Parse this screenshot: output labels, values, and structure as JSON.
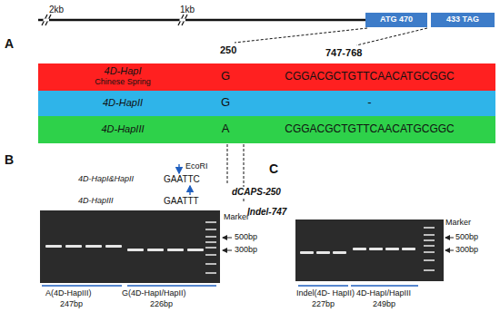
{
  "diagram": {
    "nodes": [
      {
        "text": [
          "ATG 470"
        ]
      },
      {
        "text": [
          "433 TAG"
        ]
      },
      {
        "text": [
          "4D-HapI",
          "Chinese Spring",
          "G",
          "CGGACGCTGTTCAACATGCGGC"
        ]
      },
      {
        "text": [
          "4D-HapII",
          "G",
          "-"
        ]
      },
      {
        "text": [
          "4D-HapIII",
          "A",
          "CGGACGCTGTTCAACATGCGGC"
        ]
      }
    ],
    "labels": [
      "A",
      "2kb",
      "1kb",
      "250",
      "747-768",
      "B",
      "EcoRI",
      "4D-HapI&HapII",
      "GAATTC",
      "4D-HapIII",
      "GAATTT",
      "dCAPS-250",
      "Marker",
      "500bp",
      "300bp",
      "A(4D-HapIII)",
      "247bp",
      "G(4D-HapI/HapII)",
      "226bp",
      "C",
      "Indel-747",
      "Marker",
      "500bp",
      "300bp",
      "Indel(4D- HapII)",
      "227bp",
      "4D-HapI/HapIII",
      "249bp"
    ]
  }
}
